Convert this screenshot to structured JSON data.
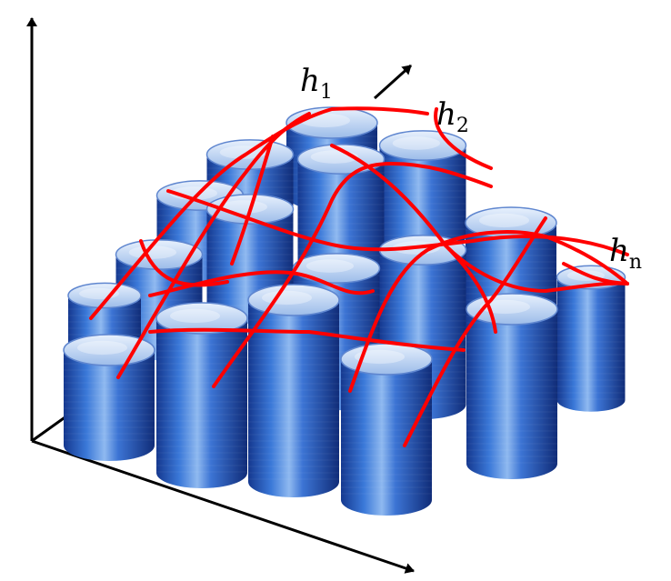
{
  "labels": {
    "h1": {
      "base": "h",
      "sub": "1"
    },
    "h2": {
      "base": "h",
      "sub": "2"
    },
    "hn": {
      "base": "h",
      "sub": "n"
    }
  },
  "colors": {
    "axis": "#000000",
    "surface_curves": "#ff0000",
    "cylinder_body": "#2f63c8",
    "cylinder_highlight": "#9fc3f2",
    "cylinder_top": "#b9d2f5"
  },
  "icons": {
    "cylinder": "cylinder-icon",
    "arrow": "arrow-icon"
  }
}
